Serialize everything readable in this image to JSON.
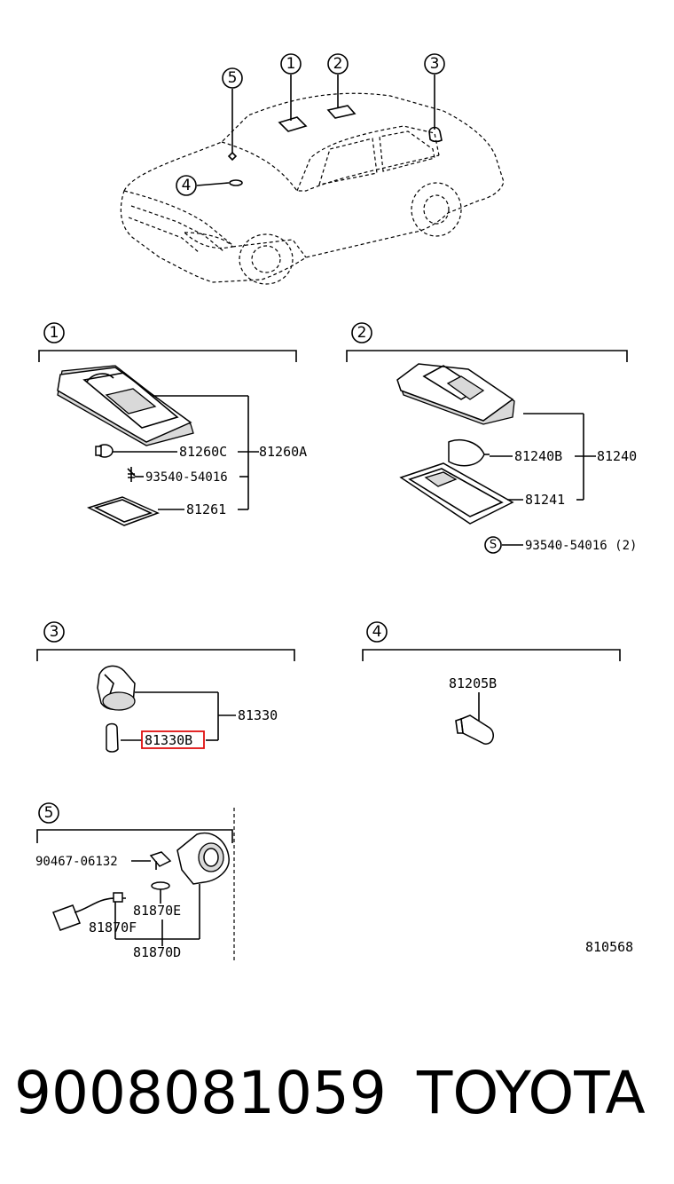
{
  "callouts": {
    "c1": "1",
    "c2": "2",
    "c3": "3",
    "c4": "4",
    "c5": "5"
  },
  "section1": {
    "title": "1",
    "labels": {
      "p81260C": "81260C",
      "p81260A": "81260A",
      "p93540": "93540-54016",
      "p81261": "81261"
    }
  },
  "section2": {
    "title": "2",
    "labels": {
      "p81240B": "81240B",
      "p81240": "81240",
      "p81241": "81241",
      "s_symbol": "S",
      "p93540": "93540-54016 (2)"
    }
  },
  "section3": {
    "title": "3",
    "labels": {
      "p81330": "81330",
      "p81330B": "81330B"
    },
    "highlight_color": "#e01010"
  },
  "section4": {
    "title": "4",
    "labels": {
      "p81205B": "81205B"
    }
  },
  "section5": {
    "title": "5",
    "labels": {
      "p90467": "90467-06132",
      "p81870E": "81870E",
      "p81870F": "81870F",
      "p81870D": "81870D"
    }
  },
  "diagram_code": "810568",
  "footer": {
    "part_number": "9008081059",
    "brand": "TOYOTA"
  }
}
